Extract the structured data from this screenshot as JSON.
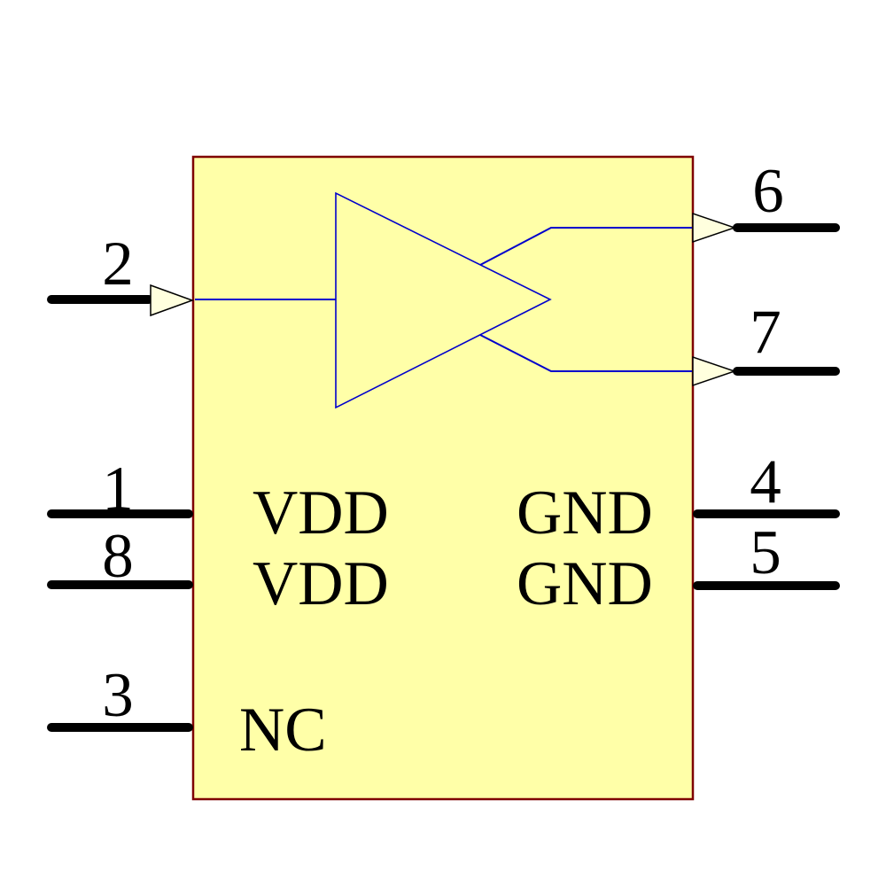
{
  "colors": {
    "canvas_background": "#FFFFFF",
    "body_fill": "#FFFFA8",
    "body_outline": "#7F0000",
    "net_blue": "#0000CC",
    "pin_wire_black": "#000000",
    "arrow_fill": "#FFFFDE",
    "text": "#000000"
  },
  "symbol": {
    "pins": {
      "pin1": {
        "number": "1"
      },
      "pin2": {
        "number": "2"
      },
      "pin3": {
        "number": "3"
      },
      "pin4": {
        "number": "4"
      },
      "pin5": {
        "number": "5"
      },
      "pin6": {
        "number": "6"
      },
      "pin7": {
        "number": "7"
      },
      "pin8": {
        "number": "8"
      }
    },
    "port_labels": {
      "vdd_row1": "VDD",
      "vdd_row2": "VDD",
      "gnd_row1": "GND",
      "gnd_row2": "GND",
      "nc": "NC"
    }
  }
}
